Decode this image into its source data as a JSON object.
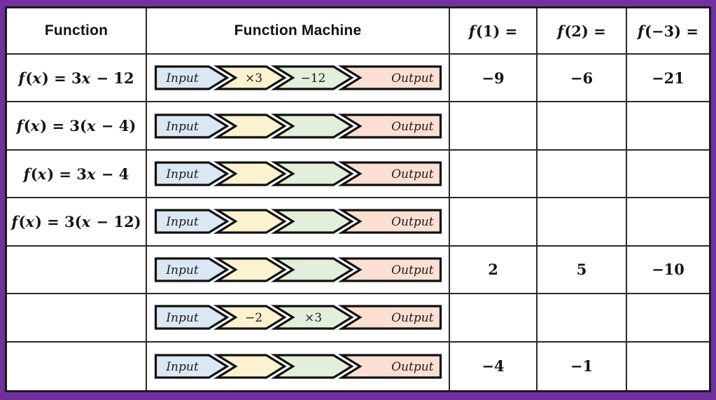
{
  "frame": {
    "purple": "#7030a0"
  },
  "palette": {
    "input": "#dbe7f3",
    "op1": "#fdf2cf",
    "op2": "#e2efda",
    "output": "#fadfd2",
    "stroke": "#101010"
  },
  "header": {
    "function": "Function",
    "machine": "Function Machine",
    "f1": "f(1) =",
    "f2": "f(2) =",
    "f3": "f(−3) ="
  },
  "machine_labels": {
    "input": "Input",
    "output": "Output"
  },
  "rows": [
    {
      "function": "f(x) = 3x − 12",
      "op1": "×3",
      "op2": "−12",
      "f1": "−9",
      "f2": "−6",
      "f3": "−21"
    },
    {
      "function": "f(x) = 3(x − 4)",
      "op1": "",
      "op2": "",
      "f1": "",
      "f2": "",
      "f3": ""
    },
    {
      "function": "f(x) = 3x − 4",
      "op1": "",
      "op2": "",
      "f1": "",
      "f2": "",
      "f3": ""
    },
    {
      "function": "f(x) = 3(x − 12)",
      "op1": "",
      "op2": "",
      "f1": "",
      "f2": "",
      "f3": ""
    },
    {
      "function": "",
      "op1": "",
      "op2": "",
      "f1": "2",
      "f2": "5",
      "f3": "−10"
    },
    {
      "function": "",
      "op1": "−2",
      "op2": "×3",
      "f1": "",
      "f2": "",
      "f3": ""
    },
    {
      "function": "",
      "op1": "",
      "op2": "",
      "f1": "−4",
      "f2": "−1",
      "f3": ""
    }
  ]
}
